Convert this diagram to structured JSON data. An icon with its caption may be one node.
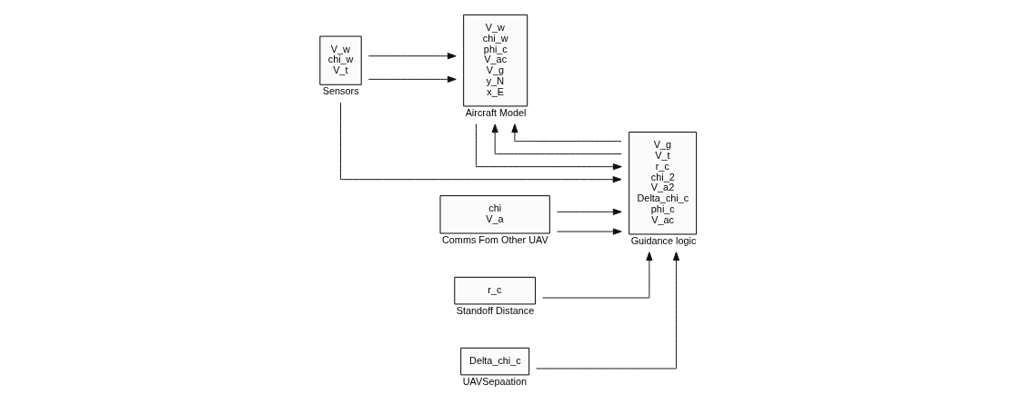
{
  "diagram": {
    "nodes": [
      {
        "text": [
          "V_w",
          "chi_w",
          "V_t"
        ],
        "beside": [
          "Sensors"
        ]
      },
      {
        "text": [
          "V_w",
          "chi_w",
          "phi_c",
          "V_ac",
          "V_g",
          "y_N",
          "x_E"
        ],
        "beside": [
          "Aircraft Model"
        ]
      },
      {
        "text": [
          "V_g",
          "V_t",
          "r_c",
          "chi_2",
          "V_a2",
          "Delta_chi_c",
          "phi_c",
          "V_ac"
        ],
        "beside": [
          "Guidance logic"
        ]
      },
      {
        "text": [
          "chi",
          "V_a"
        ],
        "beside": [
          "Comms Fom Other UAV"
        ]
      },
      {
        "text": [
          "r_c"
        ],
        "beside": [
          "Standoff Distance"
        ]
      },
      {
        "text": [
          "Delta_chi_c"
        ],
        "beside": [
          "UAVSepaation"
        ]
      }
    ],
    "edges": [
      {
        "from": 0,
        "to": 1,
        "arrow": "to"
      },
      {
        "from": 0,
        "to": 1,
        "arrow": "to"
      },
      {
        "from": 0,
        "to": 2,
        "arrow": "to"
      },
      {
        "from": 1,
        "to": 2,
        "arrow": "to"
      },
      {
        "from": 2,
        "to": 1,
        "arrow": "to"
      },
      {
        "from": 2,
        "to": 1,
        "arrow": "to"
      },
      {
        "from": 3,
        "to": 2,
        "arrow": "to"
      },
      {
        "from": 3,
        "to": 2,
        "arrow": "to"
      },
      {
        "from": 4,
        "to": 2,
        "arrow": "to"
      },
      {
        "from": 5,
        "to": 2,
        "arrow": "to"
      }
    ]
  }
}
